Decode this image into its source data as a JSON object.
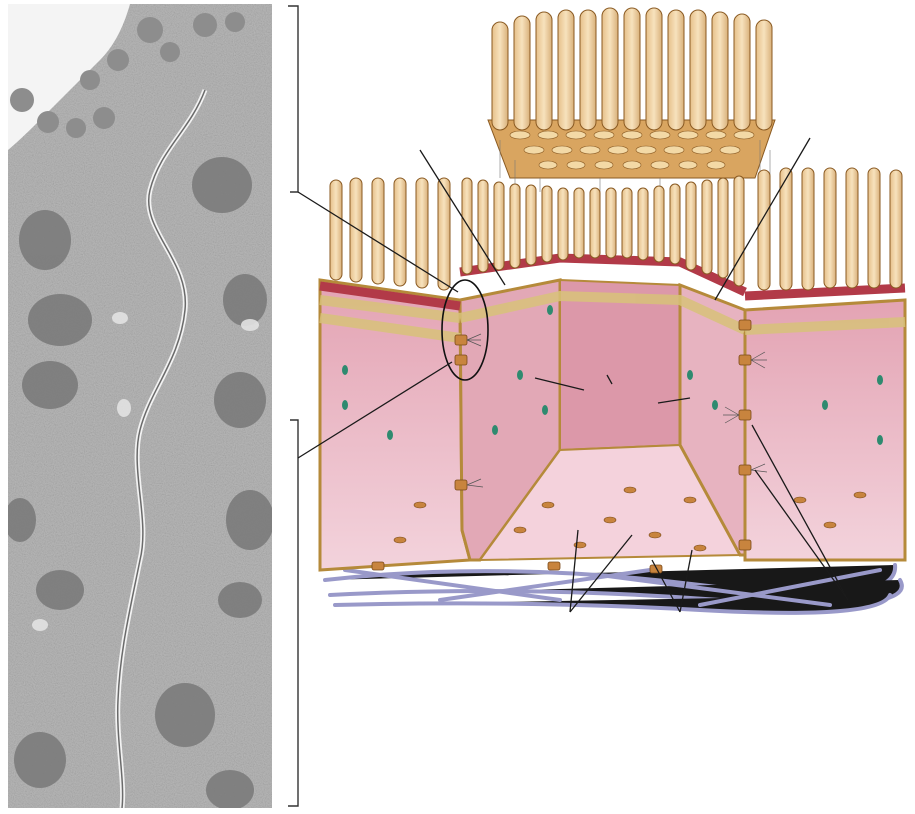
{
  "figure": {
    "panels": [
      {
        "id": "micrograph",
        "kind": "electron-micrograph",
        "description_icon": "micrograph-icon"
      },
      {
        "id": "illustration",
        "kind": "epithelial-cell-junction-illustration",
        "description_icon": "epithelium-icon"
      }
    ],
    "colors": {
      "micrograph_bg": "#bdbdbd",
      "mitochondria": "#7a7a7a",
      "cytoplasm": "#e9b7c2",
      "cytoplasm_dark": "#d98fa0",
      "membrane": "#d8c27a",
      "microvilli": "#f1d6a6",
      "terminal_web": "#b23a48",
      "basal_fibers": "#8f8fc4",
      "desmosome": "#c8843e",
      "label_line": "#1a1a1a"
    },
    "labels": []
  }
}
